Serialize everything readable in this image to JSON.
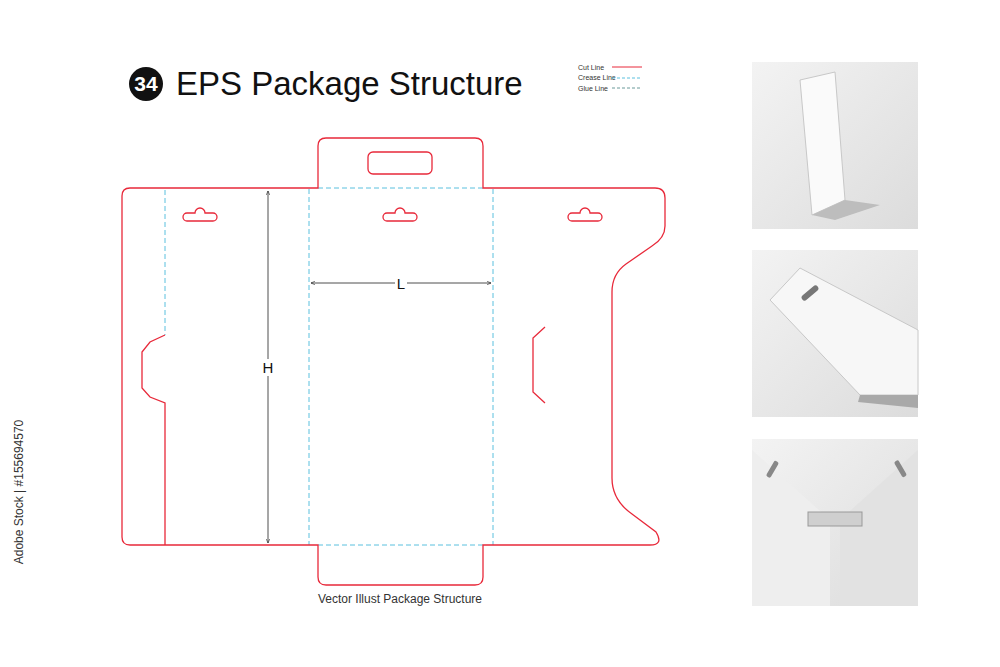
{
  "diagram": {
    "title": "EPS Package Structure",
    "caption": "Vector Illust Package Structure",
    "nodes": [
      {
        "text": [
          "34"
        ]
      }
    ],
    "labels": [
      "H",
      "L",
      "Adobe Stock | #155694570"
    ],
    "legend": [
      {
        "text": "Cut Line"
      },
      {
        "text": "Crease Line"
      },
      {
        "text": "Glue Line"
      }
    ]
  }
}
